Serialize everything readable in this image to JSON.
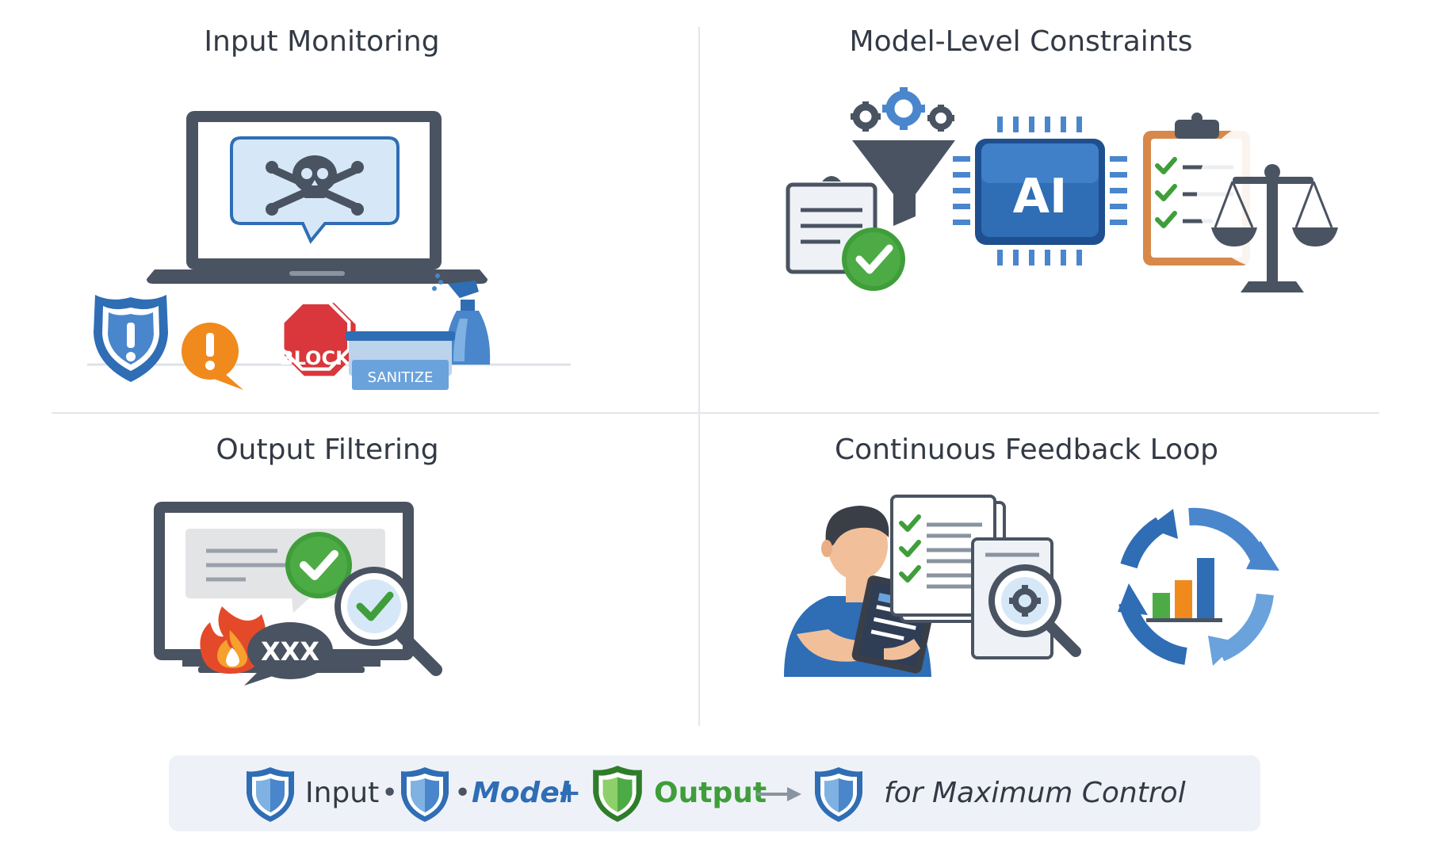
{
  "panels": {
    "input_monitoring": {
      "title": "Input Monitoring",
      "block_label": "BLOCK",
      "sanitize_label": "SANITIZE"
    },
    "model_constraints": {
      "title": "Model-Level Constraints",
      "chip_label": "AI"
    },
    "output_filtering": {
      "title": "Output Filtering",
      "profanity_label": "XXX"
    },
    "feedback_loop": {
      "title": "Continuous Feedback Loop"
    }
  },
  "banner": {
    "input": "Input",
    "dot1": "•",
    "dot2": "•",
    "model": "Model",
    "plus": "+",
    "output": "Output",
    "tail": "for Maximum Control"
  },
  "colors": {
    "blue": "#2f6db5",
    "light_blue": "#6aa2dc",
    "green": "#3f9e3a",
    "orange": "#f08a1c",
    "red": "#d9373c",
    "dark": "#4a5361",
    "text": "#333a45"
  }
}
